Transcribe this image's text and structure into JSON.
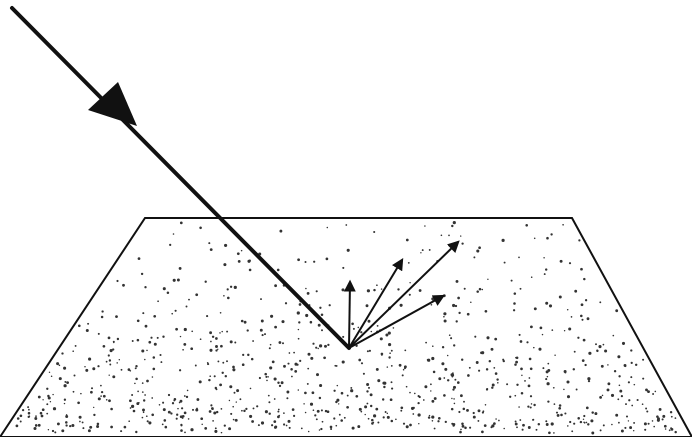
{
  "diagram": {
    "kind": "diffuse-reflection",
    "incident_rays": 1,
    "reflected_rays": 4,
    "stroke_color": "#111111",
    "dot_color": "#333333",
    "background_color": "#ffffff"
  }
}
